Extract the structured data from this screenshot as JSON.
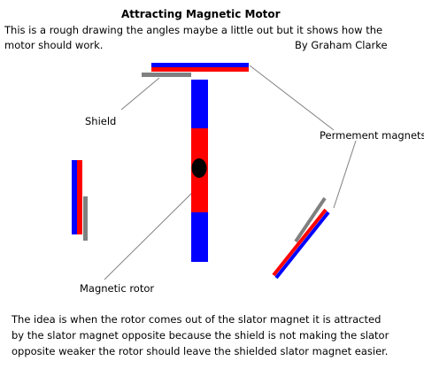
{
  "title": "Attracting Magnetic Motor",
  "intro": {
    "line1": "This is a rough drawing the angles maybe a little out but it shows how the",
    "line2": "motor should work.",
    "author": "By Graham Clarke"
  },
  "labels": {
    "shield": "Shield",
    "permanent_magnets": "Permement magnets",
    "magnetic_rotor": "Magnetic rotor"
  },
  "explanation": {
    "line1": "The idea is when the rotor comes out of the slator magnet it is attracted",
    "line2": "by the slator magnet opposite because the shield is not making the slator",
    "line3": "opposite weaker the rotor should leave the shielded slator magnet easier."
  },
  "colors": {
    "magnet_north": "#0000ff",
    "magnet_south": "#ff0000",
    "shield": "#808080",
    "pivot": "#000000",
    "leader_line": "#808080"
  }
}
